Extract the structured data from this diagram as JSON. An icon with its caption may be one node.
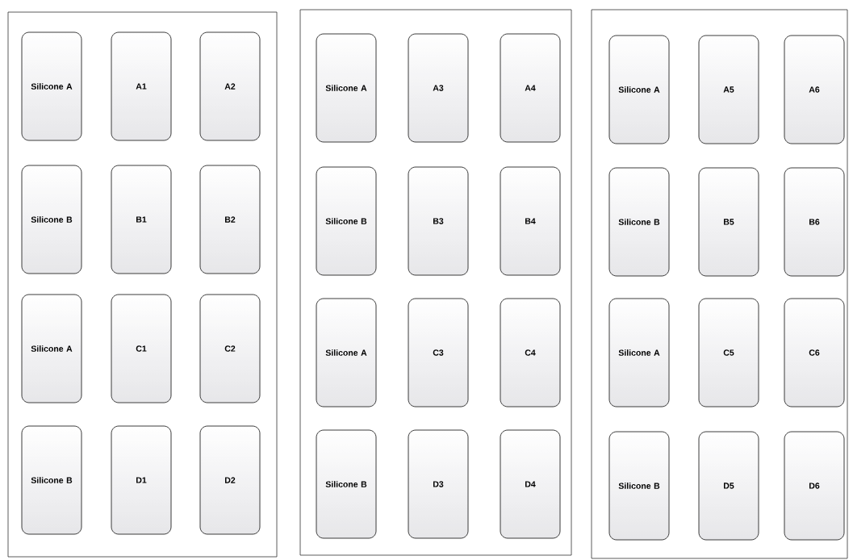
{
  "diagram": {
    "nodes": [
      {
        "text": [],
        "shape": "box"
      },
      {
        "text": [
          "Silicone A"
        ],
        "in": 0
      },
      {
        "text": [
          "A1"
        ],
        "in": 0
      },
      {
        "text": [
          "A2"
        ],
        "in": 0
      },
      {
        "text": [
          "Silicone B"
        ],
        "in": 0
      },
      {
        "text": [
          "B1"
        ],
        "in": 0
      },
      {
        "text": [
          "B2"
        ],
        "in": 0
      },
      {
        "text": [
          "Silicone A"
        ],
        "in": 0
      },
      {
        "text": [
          "C1"
        ],
        "in": 0
      },
      {
        "text": [
          "C2"
        ],
        "in": 0
      },
      {
        "text": [
          "Silicone B"
        ],
        "in": 0
      },
      {
        "text": [
          "D1"
        ],
        "in": 0
      },
      {
        "text": [
          "D2"
        ],
        "in": 0
      },
      {
        "text": [],
        "shape": "box"
      },
      {
        "text": [
          "Silicone A"
        ],
        "in": 13
      },
      {
        "text": [
          "A3"
        ],
        "in": 13
      },
      {
        "text": [
          "A4"
        ],
        "in": 13
      },
      {
        "text": [
          "Silicone B"
        ],
        "in": 13
      },
      {
        "text": [
          "B3"
        ],
        "in": 13
      },
      {
        "text": [
          "B4"
        ],
        "in": 13
      },
      {
        "text": [
          "Silicone A"
        ],
        "in": 13
      },
      {
        "text": [
          "C3"
        ],
        "in": 13
      },
      {
        "text": [
          "C4"
        ],
        "in": 13
      },
      {
        "text": [
          "Silicone B"
        ],
        "in": 13
      },
      {
        "text": [
          "D3"
        ],
        "in": 13
      },
      {
        "text": [
          "D4"
        ],
        "in": 13
      },
      {
        "text": [],
        "shape": "box"
      },
      {
        "text": [
          "Silicone A"
        ],
        "in": 26
      },
      {
        "text": [
          "A5"
        ],
        "in": 26
      },
      {
        "text": [
          "A6"
        ],
        "in": 26
      },
      {
        "text": [
          "Silicone B"
        ],
        "in": 26
      },
      {
        "text": [
          "B5"
        ],
        "in": 26
      },
      {
        "text": [
          "B6"
        ],
        "in": 26
      },
      {
        "text": [
          "Silicone A"
        ],
        "in": 26
      },
      {
        "text": [
          "C5"
        ],
        "in": 26
      },
      {
        "text": [
          "C6"
        ],
        "in": 26
      },
      {
        "text": [
          "Silicone B"
        ],
        "in": 26
      },
      {
        "text": [
          "D5"
        ],
        "in": 26
      },
      {
        "text": [
          "D6"
        ],
        "in": 26
      }
    ]
  }
}
